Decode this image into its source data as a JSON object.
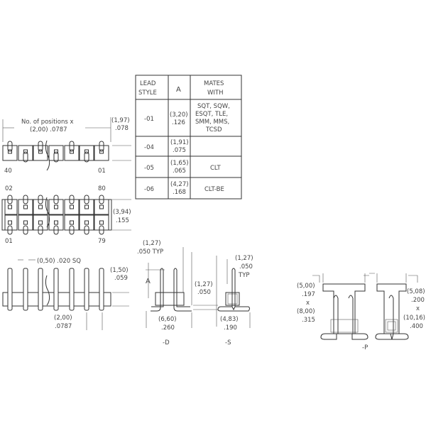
{
  "table": {
    "headers": {
      "lead_style": [
        "LEAD",
        "STYLE"
      ],
      "a": "A",
      "mates_with": [
        "MATES",
        "WITH"
      ]
    },
    "rows": [
      {
        "style": "-01",
        "a_mm": "(3,20)",
        "a_in": ".126",
        "mates": [
          "SQT, SQW,",
          "ESQT, TLE,",
          "SMM, MMS,",
          "TCSD"
        ]
      },
      {
        "style": "-04",
        "a_mm": "(1,91)",
        "a_in": ".075",
        "mates": []
      },
      {
        "style": "-05",
        "a_mm": "(1,65)",
        "a_in": ".065",
        "mates": [
          "CLT"
        ]
      },
      {
        "style": "-06",
        "a_mm": "(4,27)",
        "a_in": ".168",
        "mates": [
          "CLT-BE"
        ]
      }
    ]
  },
  "top_view": {
    "positions_label": "No. of positions x",
    "pitch_label": "(2,00) .0787",
    "width_mm": "(1,97)",
    "width_in": ".078",
    "single_left": "40",
    "single_right": "01",
    "dual_top_left": "02",
    "dual_top_right": "80",
    "dual_bottom_left": "01",
    "dual_bottom_right": "79",
    "dual_width_mm": "(3,94)",
    "dual_width_in": ".155"
  },
  "side_view": {
    "post_size": "(0,50) .020 SQ",
    "body_height_mm": "(1,50)",
    "body_height_in": ".059",
    "pitch_mm": "(2,00)",
    "pitch_in": ".0787"
  },
  "d_view": {
    "pitch_label_mm": "(1,27)",
    "pitch_label_in": ".050 TYP",
    "a_label": "A",
    "offset_mm": "(1,27)",
    "offset_in": ".050",
    "width_mm": "(6,60)",
    "width_in": ".260",
    "label": "-D"
  },
  "s_view": {
    "pitch_mm": "(1,27)",
    "pitch_in": ".050",
    "pitch_typ": "TYP",
    "width_mm": "(4,83)",
    "width_in": ".190",
    "label": "-S"
  },
  "p_view": {
    "left_dim": [
      "(5,00)",
      ".197",
      "x",
      "(8,00)",
      ".315"
    ],
    "right_dim": [
      "(5,08)",
      ".200",
      "x",
      "(10,16)",
      ".400"
    ],
    "label": "-P"
  }
}
